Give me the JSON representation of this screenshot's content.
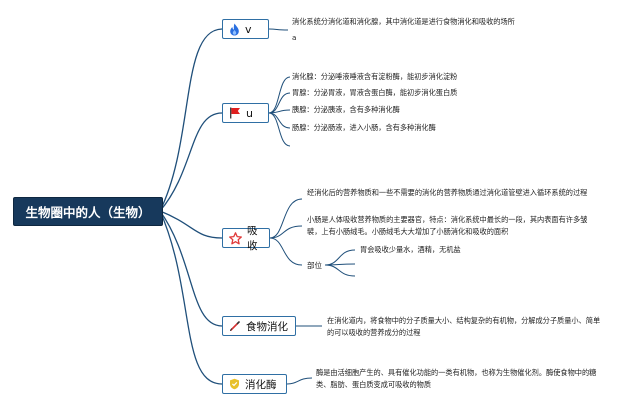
{
  "root": {
    "label": "生物圈中的人（生物）"
  },
  "branches": [
    {
      "label": "v",
      "icon": "fire-icon",
      "notes": [
        "消化系统分消化道和消化腺，其中消化道是进行食物消化和吸收的场所",
        "a"
      ]
    },
    {
      "label": "u",
      "icon": "flag-icon",
      "notes": [
        "消化腺：分泌唾液唾液含有淀粉酶，能初步消化淀粉",
        "胃腺：分泌胃液，胃液含蛋白酶，能初步消化蛋白质",
        "胰腺：分泌胰液，含有多种消化酶",
        "肠腺：分泌肠液，进入小肠，含有多种消化酶"
      ]
    },
    {
      "label": "吸收",
      "icon": "star-icon",
      "notes": [
        "经消化后的营养物质和一些不需要的消化的营养物质通过消化道管壁进入循环系统的过程",
        "小肠是人体吸收营养物质的主要器官，特点：消化系统中最长的一段，其内表面有许多皱襞，上有小肠绒毛。小肠绒毛大大增加了小肠消化和吸收的面积"
      ],
      "sub": {
        "label": "部位",
        "notes": [
          "胃会吸收少量水，酒精，无机盐",
          "",
          ""
        ]
      }
    },
    {
      "label": "食物消化",
      "icon": "pen-icon",
      "notes": [
        "在消化道内，将食物中的分子质量大小、结构复杂的有机物，分解成分子质量小、简单的可以吸收的营养成分的过程"
      ]
    },
    {
      "label": "消化酶",
      "icon": "shield-icon",
      "notes": [
        "酶是由活细胞产生的、具有催化功能的一类有机物，也称为生物催化剂。酶使食物中的糖类、脂肪、蛋白质变成可吸收的物质"
      ]
    }
  ],
  "colors": {
    "root_bg": "#17395c",
    "link": "#1f4f7a",
    "node_border": "#2f6fa4",
    "fire": "#2a6fe0",
    "flag": "#e02020",
    "star": "#e03a3a",
    "pen": "#d63030",
    "shield": "#e8c12a"
  }
}
